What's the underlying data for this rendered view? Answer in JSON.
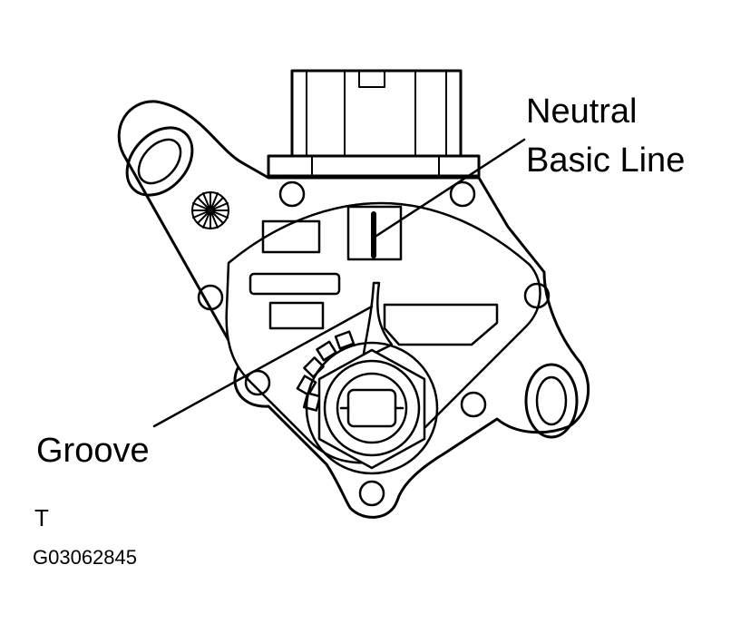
{
  "labels": {
    "neutral_line1": "Neutral",
    "neutral_line2": "Basic Line",
    "groove": "Groove",
    "view_marker": "T",
    "figure_code": "G03062845"
  },
  "colors": {
    "stroke": "#000000",
    "background": "#ffffff"
  }
}
